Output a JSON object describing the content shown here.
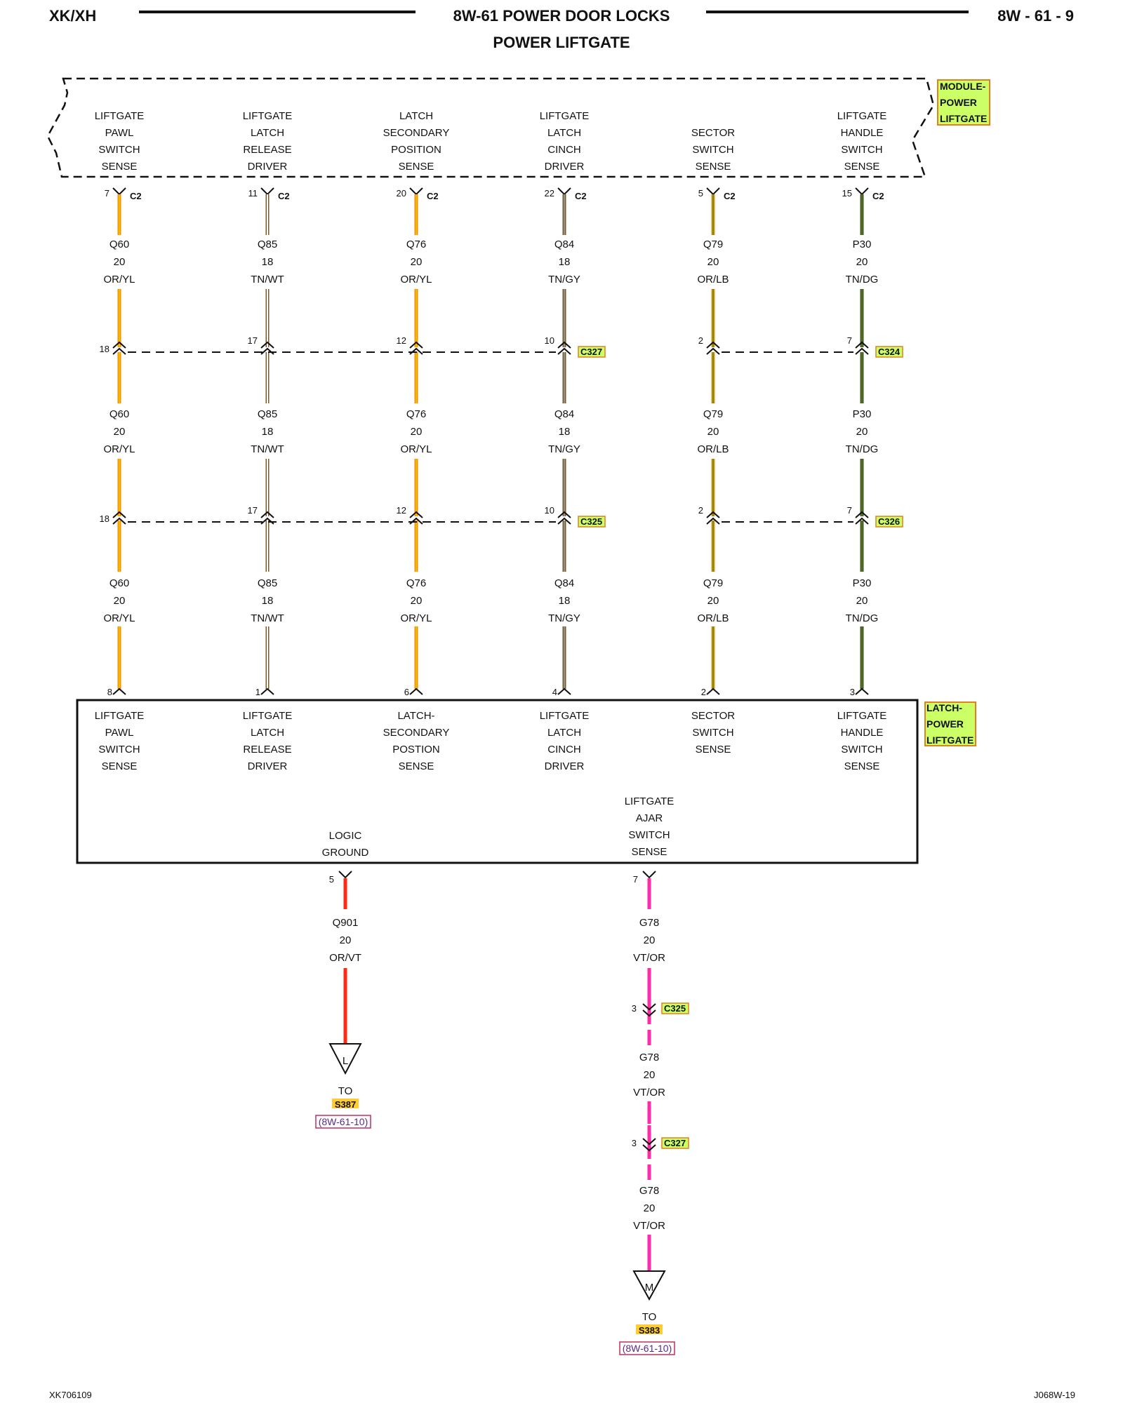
{
  "header": {
    "left": "XK/XH",
    "title": "8W-61 POWER DOOR LOCKS",
    "subtitle": "POWER LIFTGATE",
    "right": "8W - 61 - 9"
  },
  "footer": {
    "left": "XK706109",
    "right": "J068W-19"
  },
  "colors": {
    "OR/YL": [
      "#ff8c00",
      "#e8c200"
    ],
    "TN/WT": [
      "#7a5a2a",
      "#ffffff"
    ],
    "TN/GY": [
      "#7a5a2a",
      "#909090"
    ],
    "OR/LB": [
      "#ff8c00",
      "#4a9a30"
    ],
    "TN/DG": [
      "#2a6a20",
      "#7a5a2a"
    ],
    "OR/VT": [
      "#ff2a10",
      "#ff2a10"
    ],
    "VT/OR": [
      "#ff2aa8",
      "#ff2aa8"
    ],
    "label_box": "#ccff66",
    "label_border": "#e08020",
    "highlight": "#ffcc33"
  },
  "module": {
    "name": "MODULE-POWER LIFTGATE",
    "name_lines": [
      "MODULE-",
      "POWER",
      "LIFTGATE"
    ],
    "functions": [
      [
        "LIFTGATE",
        "PAWL",
        "SWITCH",
        "SENSE"
      ],
      [
        "LIFTGATE",
        "LATCH",
        "RELEASE",
        "DRIVER"
      ],
      [
        "LATCH",
        "SECONDARY",
        "POSITION",
        "SENSE"
      ],
      [
        "LIFTGATE",
        "LATCH",
        "CINCH",
        "DRIVER"
      ],
      [
        "SECTOR",
        "SWITCH",
        "SENSE"
      ],
      [
        "LIFTGATE",
        "HANDLE",
        "SWITCH",
        "SENSE"
      ]
    ],
    "connector": "C2",
    "pins": [
      "7",
      "11",
      "20",
      "22",
      "5",
      "15"
    ]
  },
  "wires": [
    {
      "circuit": "Q60",
      "gauge": "20",
      "color": "OR/YL"
    },
    {
      "circuit": "Q85",
      "gauge": "18",
      "color": "TN/WT"
    },
    {
      "circuit": "Q76",
      "gauge": "20",
      "color": "OR/YL"
    },
    {
      "circuit": "Q84",
      "gauge": "18",
      "color": "TN/GY"
    },
    {
      "circuit": "Q79",
      "gauge": "20",
      "color": "OR/LB"
    },
    {
      "circuit": "P30",
      "gauge": "20",
      "color": "TN/DG"
    }
  ],
  "inline_connectors": [
    {
      "left_name": "C327",
      "right_name": "C324",
      "pins": [
        "18",
        "17",
        "12",
        "10",
        "2",
        "7"
      ]
    },
    {
      "left_name": "C325",
      "right_name": "C326",
      "pins": [
        "18",
        "17",
        "12",
        "10",
        "2",
        "7"
      ]
    }
  ],
  "latch": {
    "name": "LATCH-POWER LIFTGATE",
    "name_lines": [
      "LATCH-",
      "POWER",
      "LIFTGATE"
    ],
    "pins": [
      "8",
      "1",
      "6",
      "4",
      "2",
      "3"
    ],
    "functions": [
      [
        "LIFTGATE",
        "PAWL",
        "SWITCH",
        "SENSE"
      ],
      [
        "LIFTGATE",
        "LATCH",
        "RELEASE",
        "DRIVER"
      ],
      [
        "LATCH-",
        "SECONDARY",
        "POSTION",
        "SENSE"
      ],
      [
        "LIFTGATE",
        "LATCH",
        "CINCH",
        "DRIVER"
      ],
      [
        "SECTOR",
        "SWITCH",
        "SENSE"
      ],
      [
        "LIFTGATE",
        "HANDLE",
        "SWITCH",
        "SENSE"
      ]
    ],
    "ground": {
      "lines": [
        "LOGIC",
        "GROUND"
      ],
      "pin": "5"
    },
    "ajar": {
      "lines": [
        "LIFTGATE",
        "AJAR",
        "SWITCH",
        "SENSE"
      ],
      "pin": "7"
    }
  },
  "ground_circuit": {
    "circuit": "Q901",
    "gauge": "20",
    "color": "OR/VT",
    "terminal_letter": "L",
    "to": "TO",
    "splice": "S387",
    "ref": "(8W-61-10)"
  },
  "ajar_circuit": {
    "segments": [
      {
        "circuit": "G78",
        "gauge": "20",
        "color": "VT/OR"
      },
      {
        "circuit": "G78",
        "gauge": "20",
        "color": "VT/OR"
      },
      {
        "circuit": "G78",
        "gauge": "20",
        "color": "VT/OR"
      }
    ],
    "connectors": [
      {
        "pin": "3",
        "name": "C325"
      },
      {
        "pin": "3",
        "name": "C327"
      }
    ],
    "terminal_letter": "M",
    "to": "TO",
    "splice": "S383",
    "ref": "(8W-61-10)"
  }
}
